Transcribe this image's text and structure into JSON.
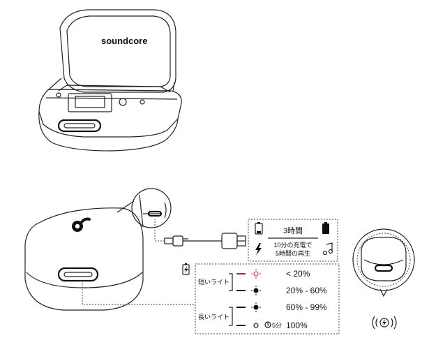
{
  "brand": "soundcore",
  "charge_panel": {
    "left_top_icon": "battery-low-icon",
    "left_bottom_icon": "lightning-icon",
    "right_top_icon": "battery-full-icon",
    "right_bottom_icon": "music-note-icon",
    "full_time": "3時間",
    "quick_line1": "10分の充電で",
    "quick_line2": "5時間の再生"
  },
  "led_panel": {
    "battery_icon": "battery-charging-icon",
    "short_light": "短いライト",
    "long_light": "長いライト",
    "levels": [
      "< 20%",
      "20% - 60%",
      "60% - 99%",
      "100%"
    ],
    "timer_text": "5分",
    "colors": {
      "red": "#d62020",
      "white": "#ffffff"
    }
  },
  "wireless_icon": "wireless-charging-icon"
}
